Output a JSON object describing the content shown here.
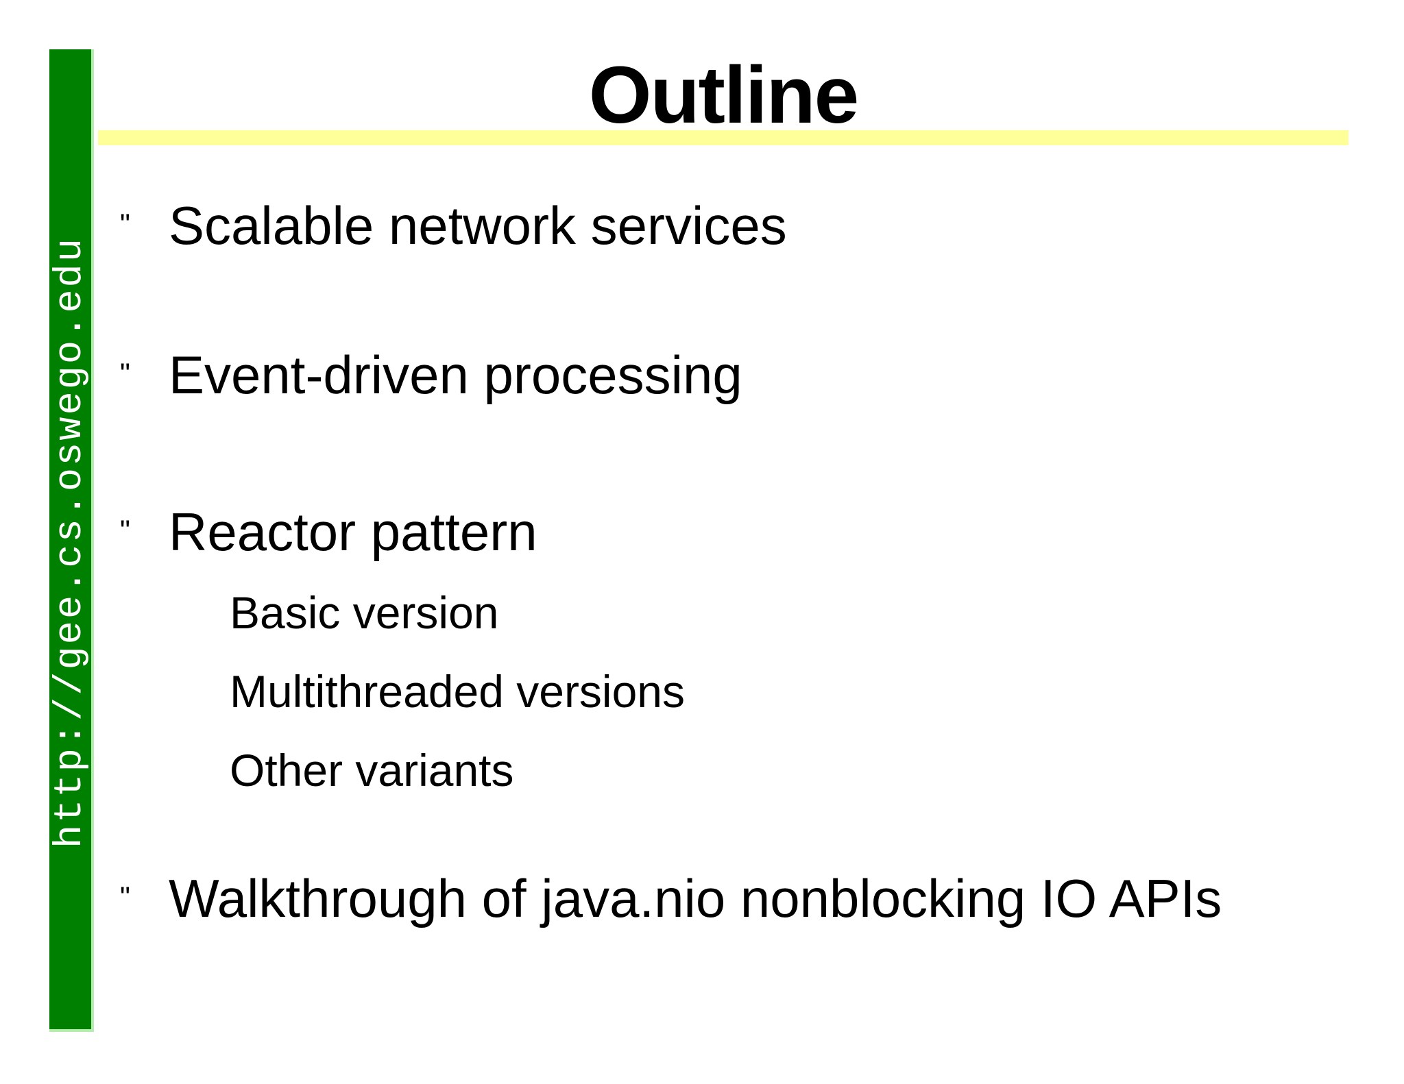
{
  "header": {
    "title": "Outline"
  },
  "sidebar": {
    "url": "http://gee.cs.oswego.edu"
  },
  "bullets": {
    "glyph": "\""
  },
  "outline": {
    "items": [
      {
        "label": "Scalable network services",
        "level": 1
      },
      {
        "label": "Event-driven processing",
        "level": 1
      },
      {
        "label": "Reactor pattern",
        "level": 1
      },
      {
        "label": "Basic version",
        "level": 2
      },
      {
        "label": "Multithreaded versions",
        "level": 2
      },
      {
        "label": "Other variants",
        "level": 2
      },
      {
        "label": "Walkthrough of java.nio nonblocking IO APIs",
        "level": 1
      }
    ]
  },
  "colors": {
    "sidebar_green": "#008000",
    "sidebar_green_edge": "#b5edae",
    "rule_yellow": "#ffff99",
    "text": "#000000",
    "url_text": "#ffffff"
  }
}
